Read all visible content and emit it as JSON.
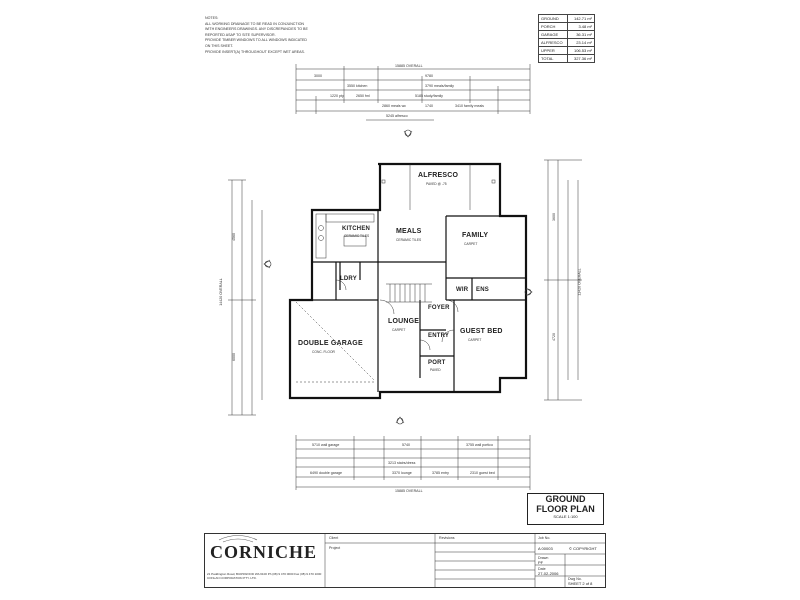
{
  "notes": {
    "title": "NOTES:",
    "lines": [
      "ALL WORKING DRAINAGE TO BE READ IN CONJUNCTION",
      "WITH ENGINEERS DRAWINGS. ANY DISCREPANCIES TO BE",
      "REPORTED ASAP TO SITE SUPERVISOR.",
      "PROVIDE TIMBER WINDOWS TO ALL WINDOWS INDICATED",
      "ON THIS SHEET.",
      "PROVIDE INSERT(A) THROUGHOUT EXCEPT WET AREAS."
    ]
  },
  "areas": [
    {
      "label": "GROUND",
      "value": "142.71 m²"
    },
    {
      "label": "PORCH",
      "value": "3.48 m²"
    },
    {
      "label": "GARAGE",
      "value": "36.31 m²"
    },
    {
      "label": "ALFRESCO",
      "value": "23.14 m²"
    },
    {
      "label": "UPPER",
      "value": "106.53 m²"
    },
    {
      "label": "TOTAL",
      "value": "327.36 m²"
    }
  ],
  "dimensions": {
    "top_overall": "15885 OVERALL",
    "top_left": "3000",
    "top_right": "9780",
    "top_mid": "3550 kitchen",
    "top_mid2": "3790 meals/family",
    "top_row3a": "1220 pty",
    "top_row3b": "2650 fml",
    "top_row3c": "5185 study/family",
    "top_row4a": "2860 meals wc",
    "top_row4b": "1740",
    "top_row4c": "3410 family meals",
    "alfresco_width": "5245 alfresco",
    "bottom_a": "5710 wall garage",
    "bottom_b": "5740",
    "bottom_c": "3755 wall portico",
    "bottom_d": "3213 stairs/dress",
    "bottom_e": "6490 double garage",
    "bottom_f": "3370 lounge",
    "bottom_g": "3785 entry",
    "bottom_h": "2310 guest bed",
    "bottom_overall": "15885 OVERALL",
    "left_overall": "14420 OVERALL",
    "right_overall": "11420 OVERALL",
    "left_a": "4560",
    "left_b": "6000",
    "right_a": "3600",
    "right_b": "4720"
  },
  "rooms": {
    "alfresco": "ALFRESCO",
    "kitchen": "KITCHEN",
    "meals": "MEALS",
    "family": "FAMILY",
    "ldry": "LDRY",
    "wir": "WIR",
    "ens": "ENS",
    "foyer": "FOYER",
    "lounge": "LOUNGE",
    "entry": "ENTRY",
    "guest_bed": "GUEST BED",
    "double_garage": "DOUBLE GARAGE",
    "port": "PORT"
  },
  "room_notes": {
    "alfresco": "PAVED @ -75",
    "kitchen": "CERAMIC TILES",
    "meals": "CERAMIC TILES",
    "family": "CARPET",
    "lounge": "CARPET",
    "guest_bed": "CARPET",
    "garage": "CONC. FLOOR",
    "port": "PAVED"
  },
  "title_block": {
    "title_line1": "GROUND",
    "title_line2": "FLOOR PLAN",
    "scale": "SCALE 1:100"
  },
  "footer": {
    "logo": "CORNICHE",
    "address": "21 Paddington Road, BURSWOOD WA 6100  Ph (08) 9 470 0000  Fax (08) 9 470 1000",
    "company": "CONLAN CORPORATION PTY. LTD.",
    "client_label": "Client",
    "project_label": "Project",
    "job_label": "Job No.",
    "job_no": "A 00003",
    "copyright": "COPYRIGHT",
    "drawn_label": "Drawn",
    "drawn": "PF",
    "date_label": "Date",
    "date": "27-02-2006",
    "dwg_label": "Dwg No.",
    "sheet": "SHEET 2 of 8",
    "revisions_label": "Revisions"
  }
}
